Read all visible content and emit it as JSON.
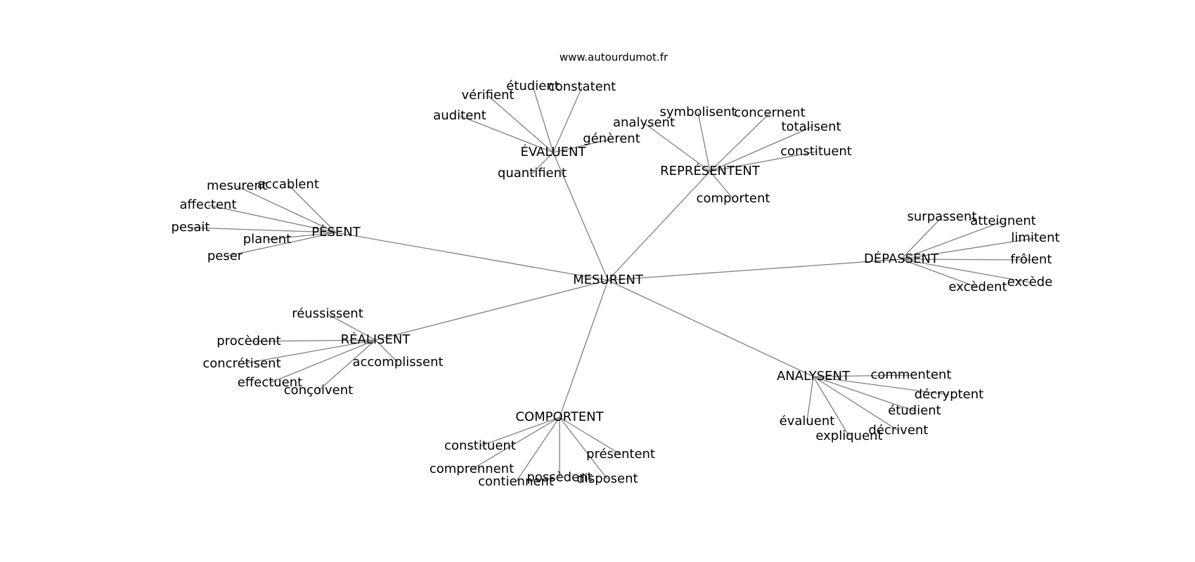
{
  "header": {
    "site": "www.autourdumot.fr"
  },
  "graph": {
    "center": "MESURENT",
    "clusters": [
      {
        "hub": "ÉVALUENT",
        "leaves": [
          "auditent",
          "vérifient",
          "étudient",
          "constatent",
          "génèrent",
          "quantifient"
        ]
      },
      {
        "hub": "REPRÉSENTENT",
        "leaves": [
          "analysent",
          "symbolisent",
          "concernent",
          "totalisent",
          "constituent",
          "comportent"
        ]
      },
      {
        "hub": "PÈSENT",
        "leaves": [
          "mesurent",
          "accablent",
          "affectent",
          "pesait",
          "planent",
          "peser"
        ]
      },
      {
        "hub": "DÉPASSENT",
        "leaves": [
          "surpassent",
          "atteignent",
          "limitent",
          "frôlent",
          "excède",
          "excèdent"
        ]
      },
      {
        "hub": "RÉALISENT",
        "leaves": [
          "réussissent",
          "procèdent",
          "concrétisent",
          "effectuent",
          "conçoivent",
          "accomplissent"
        ]
      },
      {
        "hub": "ANALYSENT",
        "leaves": [
          "commentent",
          "décryptent",
          "étudient",
          "décrivent",
          "expliquent",
          "évaluent"
        ]
      },
      {
        "hub": "COMPORTENT",
        "leaves": [
          "constituent",
          "comprennent",
          "contiennent",
          "possèdent",
          "disposent",
          "présentent"
        ]
      }
    ]
  },
  "colors": {
    "edge": "#808080",
    "text": "#000000",
    "background": "#ffffff"
  }
}
